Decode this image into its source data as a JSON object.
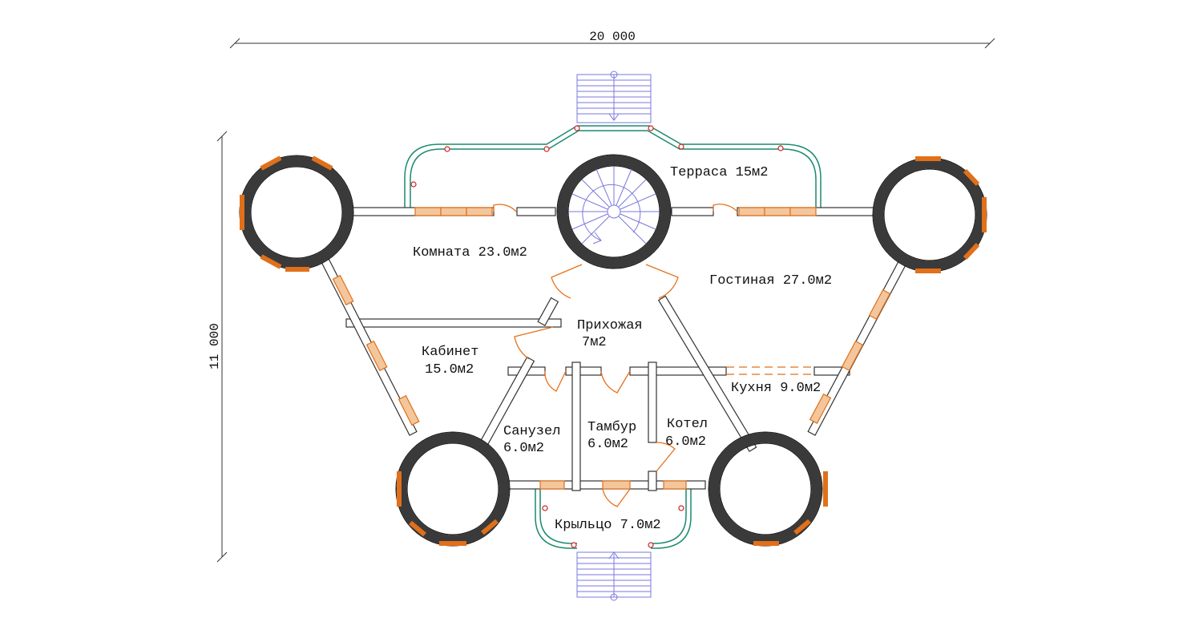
{
  "dimensions": {
    "width": "20 000",
    "height": "11 000"
  },
  "rooms": {
    "terrace": "Терраса 15м2",
    "room": "Комната 23.0м2",
    "living": "Гостиная 27.0м2",
    "hall_name": "Прихожая",
    "hall_area": "7м2",
    "study_name": "Кабинет",
    "study_area": "15.0м2",
    "kitchen": "Кухня 9.0м2",
    "bathroom_name": "Санузел",
    "bathroom_area": "6.0м2",
    "vestibule_name": "Тамбур",
    "vestibule_area": "6.0м2",
    "boiler_name": "Котел",
    "boiler_area": "6.0м2",
    "porch": "Крыльцо 7.0м2"
  },
  "colors": {
    "walls": "#3a3a3a",
    "windows": "#e0701a",
    "doors": "#e8701a",
    "railing": "#1b8a6e",
    "posts": "#d02020",
    "stairs": "#7878e0"
  }
}
